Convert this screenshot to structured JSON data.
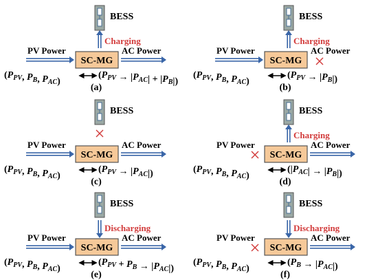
{
  "colors": {
    "box_fill": "#f6c999",
    "battery_fill": "#9aa8a4",
    "arrow_blue": "#3a66a8",
    "label_red": "#d23b3b"
  },
  "panels": [
    {
      "id": "a",
      "label": "(a)",
      "bess": "BESS",
      "pv": "PV Power",
      "ac": "AC Power",
      "box": "SC-MG",
      "status": "Charging",
      "pv_on": true,
      "bess_dir": "up",
      "eq_left": "(P_PV, P_B, P_AC)",
      "eq_right": "(P_PV → |P_AC| + |P_B|)"
    },
    {
      "id": "b",
      "label": "(b)",
      "bess": "BESS",
      "pv": "PV Power",
      "ac": "AC Power",
      "box": "SC-MG",
      "status": "Charging",
      "pv_on": true,
      "bess_dir": "up",
      "ac_cross": true,
      "eq_left": "(P_PV, P_B, P_AC)",
      "eq_right": "(P_PV → |P_B|)"
    },
    {
      "id": "c",
      "label": "(c)",
      "bess": "BESS",
      "pv": "PV Power",
      "ac": "AC Power",
      "box": "SC-MG",
      "status": "",
      "pv_on": true,
      "bess_dir": "none",
      "eq_left": "(P_PV, P_B, P_AC)",
      "eq_right": "(P_PV → |P_AC|)"
    },
    {
      "id": "d",
      "label": "(d)",
      "bess": "BESS",
      "pv": "PV Power",
      "ac": "AC Power",
      "box": "SC-MG",
      "status": "Charging",
      "pv_on": false,
      "bess_dir": "up",
      "eq_left": "(P_PV, P_B, P_AC)",
      "eq_right": "(|P_AC| → |P_B|)"
    },
    {
      "id": "e",
      "label": "(e)",
      "bess": "BESS",
      "pv": "PV Power",
      "ac": "AC Power",
      "box": "SC-MG",
      "status": "Discharging",
      "pv_on": true,
      "bess_dir": "down",
      "eq_left": "(P_PV, P_B, P_AC)",
      "eq_right": "(P_PV + P_B → |P_AC|)"
    },
    {
      "id": "f",
      "label": "(f)",
      "bess": "BESS",
      "pv": "PV Power",
      "ac": "AC Power",
      "box": "SC-MG",
      "status": "Discharging",
      "pv_on": false,
      "bess_dir": "down",
      "eq_left": "(P_PV, P_B, P_AC)",
      "eq_right": "(P_B → |P_AC|)"
    }
  ]
}
